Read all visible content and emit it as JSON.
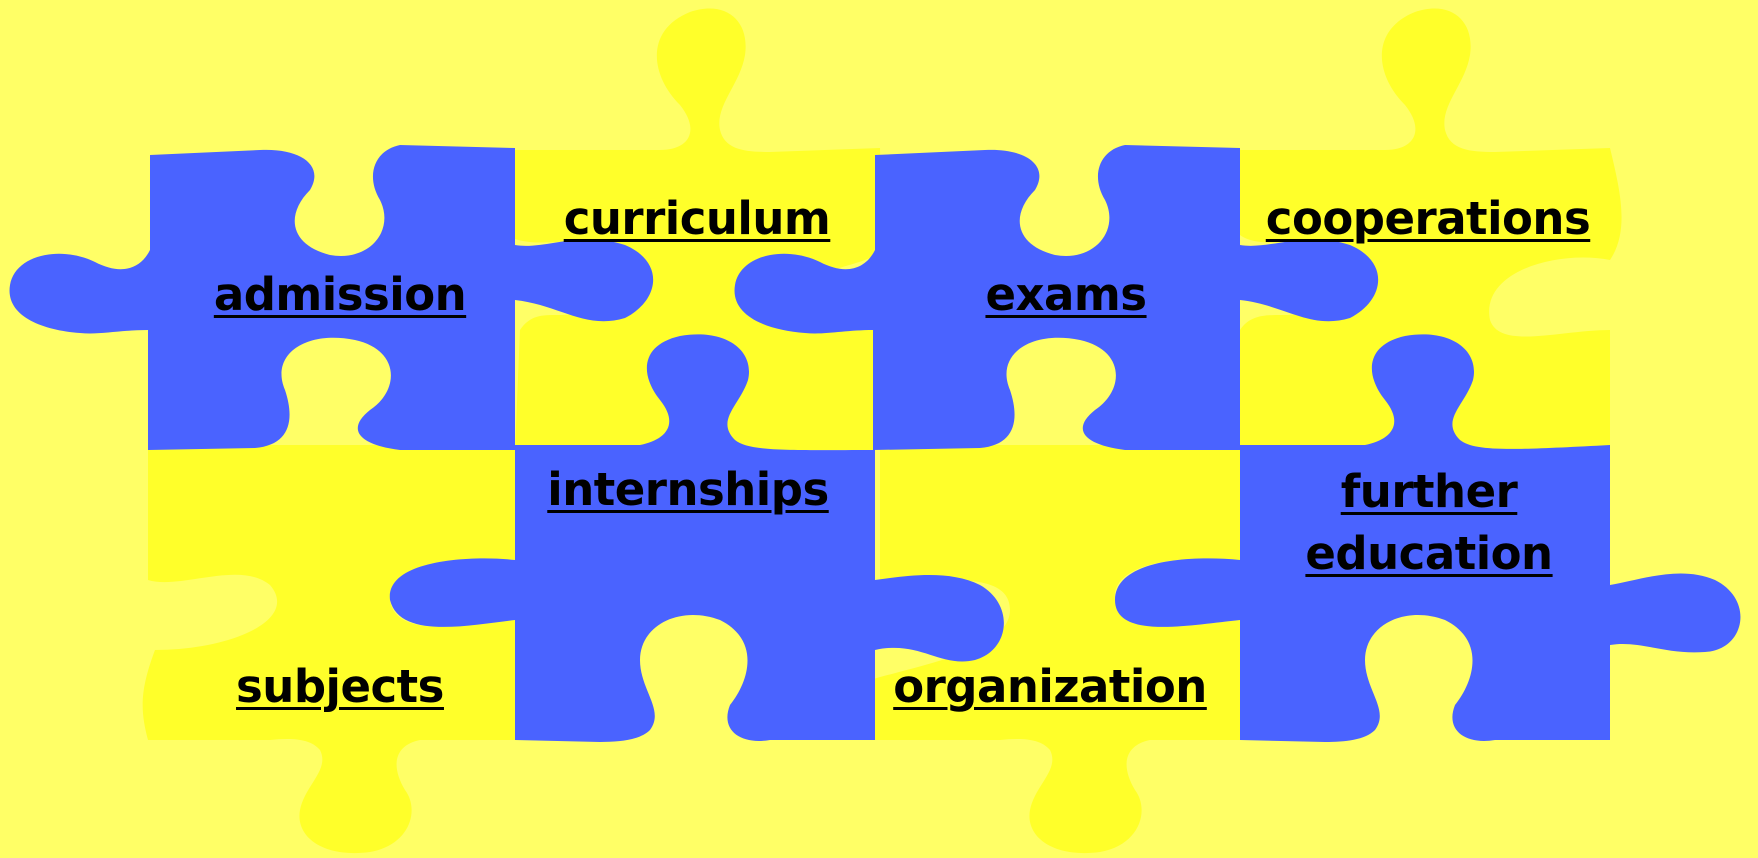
{
  "colors": {
    "background": "#ffff66",
    "piece_blue": "#4a63ff",
    "piece_yellow": "#ffff2a",
    "label_text": "#000000"
  },
  "pieces": [
    {
      "id": "admission",
      "label": "admission",
      "color": "blue"
    },
    {
      "id": "curriculum",
      "label": "curriculum",
      "color": "yellow"
    },
    {
      "id": "exams",
      "label": "exams",
      "color": "blue"
    },
    {
      "id": "cooperations",
      "label": "cooperations",
      "color": "yellow"
    },
    {
      "id": "subjects",
      "label": "subjects",
      "color": "yellow"
    },
    {
      "id": "internships",
      "label": "internships",
      "color": "blue"
    },
    {
      "id": "organization",
      "label": "organization",
      "color": "yellow"
    },
    {
      "id": "further-education",
      "label": "further\neducation",
      "color": "blue"
    }
  ]
}
